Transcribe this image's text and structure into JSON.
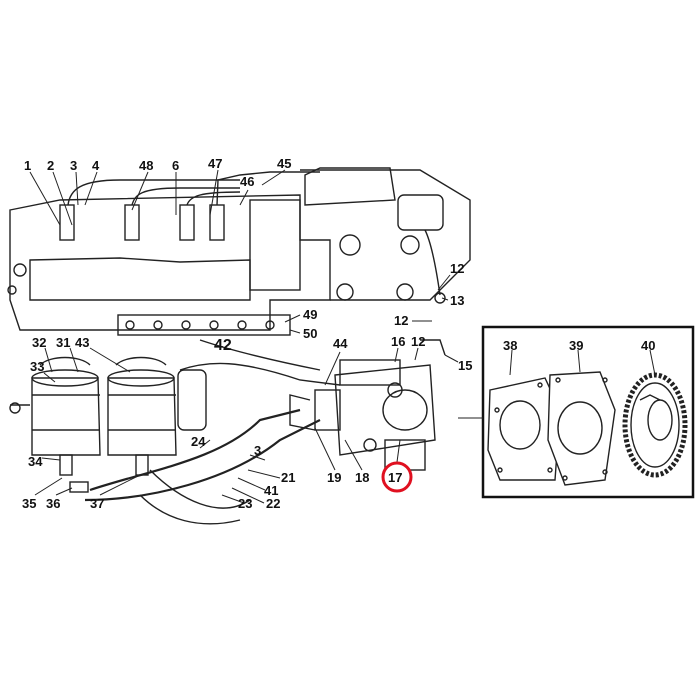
{
  "diagram": {
    "highlight_color": "#e01020",
    "highlighted_callout": "17",
    "callouts": {
      "c1": "1",
      "c2": "2",
      "c3": "3",
      "c4": "4",
      "c48": "48",
      "c6": "6",
      "c47": "47",
      "c46": "46",
      "c45": "45",
      "c12a": "12",
      "c13": "13",
      "c12b": "12",
      "c49": "49",
      "c50": "50",
      "c42": "42",
      "c44": "44",
      "c16": "16",
      "c12c": "12",
      "c15": "15",
      "c32": "32",
      "c31": "31",
      "c43": "43",
      "c33": "33",
      "c34": "34",
      "c35": "35",
      "c36": "36",
      "c37": "37",
      "c24": "24",
      "c3b": "3",
      "c21": "21",
      "c41": "41",
      "c22": "22",
      "c23": "23",
      "c19": "19",
      "c18": "18",
      "c17": "17",
      "c38": "38",
      "c39": "39",
      "c40": "40"
    }
  }
}
